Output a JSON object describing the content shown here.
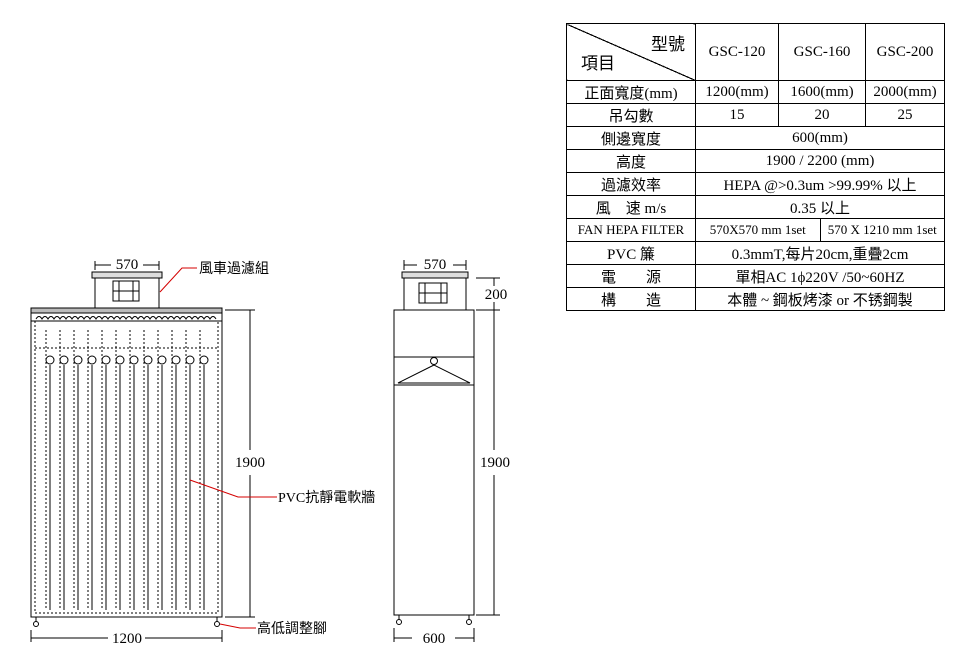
{
  "table": {
    "header_model": "型號",
    "header_item": "項目",
    "models": [
      "GSC-120",
      "GSC-160",
      "GSC-200"
    ],
    "rows": [
      {
        "label": "正面寬度(mm)",
        "values": [
          "1200(mm)",
          "1600(mm)",
          "2000(mm)"
        ]
      },
      {
        "label": "吊勾數",
        "values": [
          "15",
          "20",
          "25"
        ]
      },
      {
        "label": "側邊寬度",
        "value": "600(mm)"
      },
      {
        "label": "高度",
        "value": "1900 / 2200 (mm)"
      },
      {
        "label": "過濾效率",
        "value": "HEPA  @>0.3um  >99.99% 以上"
      },
      {
        "label": "風　速  m/s",
        "value": "0.35  以上"
      },
      {
        "label": "FAN  HEPA  FILTER",
        "values": [
          "570X570 mm 1set",
          "570 X 1210 mm 1set"
        ]
      },
      {
        "label": "PVC  簾",
        "value": "0.3mmT,每片20cm,重疊2cm"
      },
      {
        "label": "電　　源",
        "value": "單相AC 1ϕ220V /50~60HZ"
      },
      {
        "label": "構　　造",
        "value": "本體 ~ 鋼板烤漆 or 不锈鋼製"
      }
    ]
  },
  "front_view": {
    "dim_fan_width": "570",
    "dim_total_width": "1200",
    "dim_height": "1900",
    "callout_fan": "風車過濾組",
    "callout_curtain": "PVC抗靜電軟牆",
    "callout_feet": "高低調整腳"
  },
  "side_view": {
    "dim_fan_width": "570",
    "dim_fan_height": "200",
    "dim_height": "1900",
    "dim_width": "600"
  },
  "colors": {
    "line": "#000000",
    "callout": "#d40000"
  }
}
